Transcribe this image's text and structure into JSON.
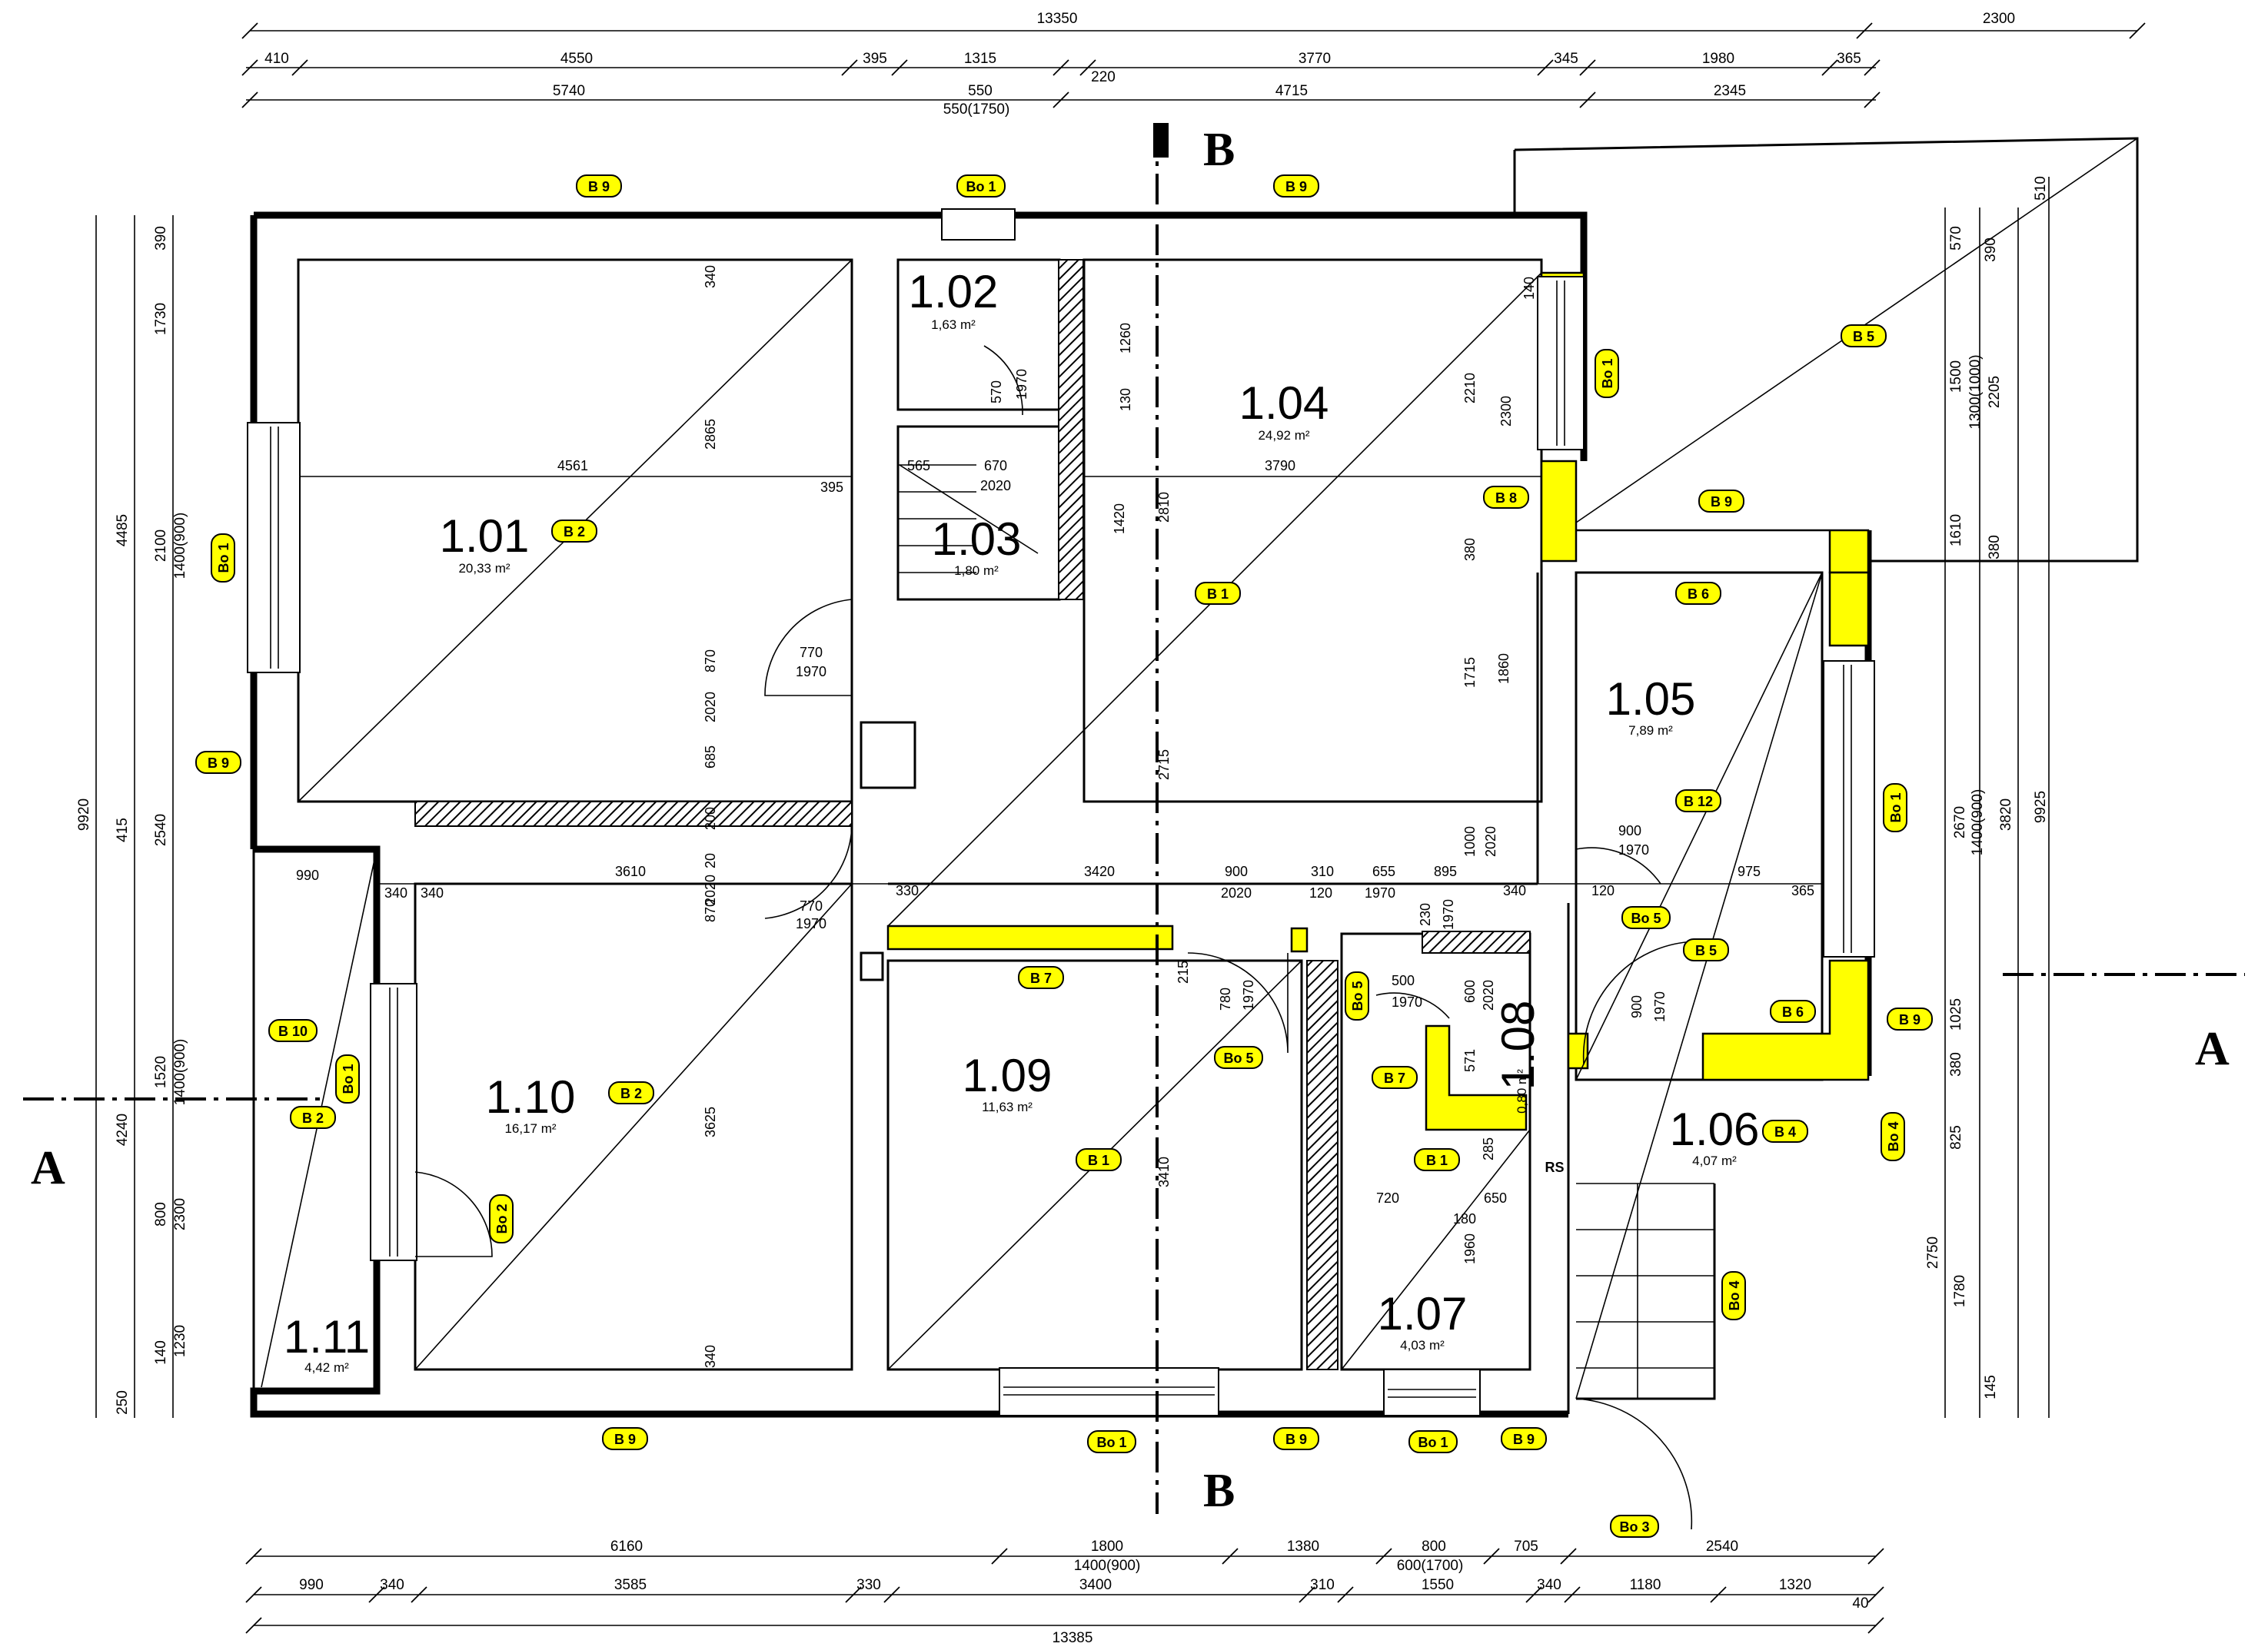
{
  "rooms": [
    {
      "id": "1.01",
      "area": "20,33 m²"
    },
    {
      "id": "1.02",
      "area": "1,63 m²"
    },
    {
      "id": "1.03",
      "area": "1,80 m²"
    },
    {
      "id": "1.04",
      "area": "24,92 m²"
    },
    {
      "id": "1.05",
      "area": "7,89 m²"
    },
    {
      "id": "1.06",
      "area": "4,07 m²"
    },
    {
      "id": "1.07",
      "area": "4,03 m²"
    },
    {
      "id": "1.08",
      "area": "0,80 m²"
    },
    {
      "id": "1.09",
      "area": "11,63 m²"
    },
    {
      "id": "1.10",
      "area": "16,17 m²"
    },
    {
      "id": "1.11",
      "area": "4,42 m²"
    }
  ],
  "sections": {
    "a": "A",
    "b": "B"
  },
  "rs_label": "RS",
  "top_dims": {
    "total": "13350",
    "overhang": "2300",
    "row1": [
      "410",
      "4550",
      "395",
      "1315",
      "220",
      "3770",
      "345",
      "1980",
      "365"
    ],
    "row2": [
      "5740",
      "550",
      "550(1750)",
      "4715",
      "2345"
    ]
  },
  "bottom_dims": {
    "row1": [
      "6160",
      "1800",
      "1400(900)",
      "1380",
      "800",
      "600(1700)",
      "705",
      "2540"
    ],
    "row2": [
      "990",
      "340",
      "3585",
      "330",
      "3400",
      "310",
      "1550",
      "340",
      "1180",
      "1320",
      "40"
    ],
    "total": "13385"
  },
  "left_dims": {
    "total": "9920",
    "col_a": [
      "4485",
      "415",
      "4240",
      "250"
    ],
    "col_b": [
      "390",
      "1730",
      "2100",
      "1400(900)",
      "2540",
      "1520",
      "1400(900)",
      "800",
      "2300",
      "140",
      "1230"
    ]
  },
  "right_dims": {
    "total": "9925",
    "col_a": [
      "510",
      "570",
      "390",
      "1500",
      "1300(1000)",
      "2205",
      "1610",
      "380",
      "2670",
      "1400(900)",
      "3820",
      "1025",
      "380",
      "825",
      "2750",
      "1780",
      "145"
    ]
  },
  "inner_dims": [
    "4561",
    "395",
    "3790",
    "565",
    "670",
    "2020",
    "570",
    "1970",
    "1260",
    "130",
    "1420",
    "2810",
    "2865",
    "340",
    "870",
    "2020",
    "685",
    "200",
    "20",
    "770",
    "1970",
    "2210",
    "2300",
    "140",
    "380",
    "1715",
    "1860",
    "1000",
    "2020",
    "900",
    "1970",
    "990",
    "340",
    "3610",
    "330",
    "3420",
    "900",
    "2020",
    "310",
    "120",
    "655",
    "1970",
    "895",
    "340",
    "120",
    "975",
    "365",
    "870",
    "2020",
    "3625",
    "340",
    "3410",
    "2715",
    "215",
    "780",
    "1970",
    "500",
    "1970",
    "230",
    "1970",
    "600",
    "2020",
    "571",
    "285",
    "720",
    "180",
    "650",
    "1960",
    "900",
    "1970",
    "340",
    "770",
    "1970"
  ],
  "tags": {
    "b1": "B 1",
    "b2": "B 2",
    "b4": "B 4",
    "b5": "B 5",
    "b6": "B 6",
    "b7": "B 7",
    "b8": "B 8",
    "b9": "B 9",
    "b10": "B 10",
    "b12": "B 12",
    "bo1": "Bo 1",
    "bo2": "Bo 2",
    "bo3": "Bo 3",
    "bo4": "Bo 4",
    "bo5": "Bo 5"
  }
}
